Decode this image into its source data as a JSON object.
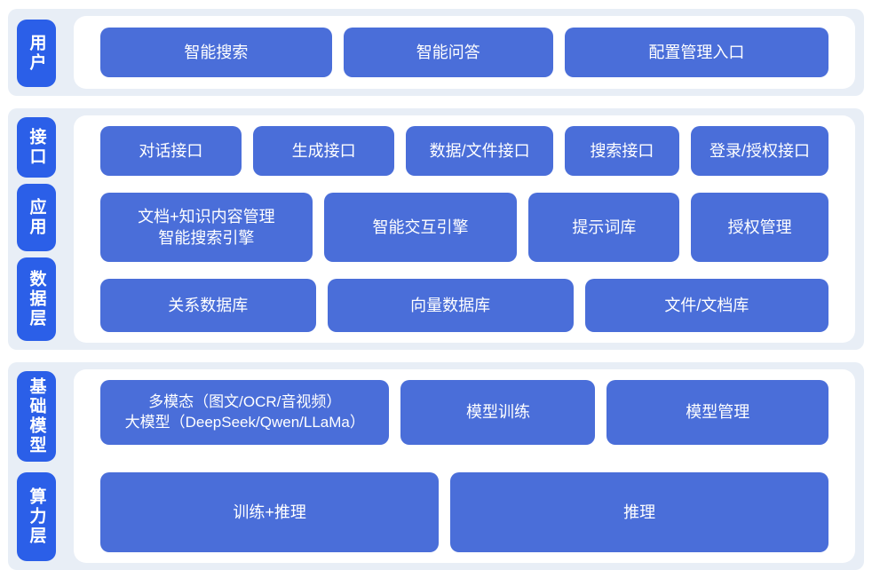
{
  "colors": {
    "band_background": "#e8eef6",
    "panel_background": "#ffffff",
    "side_label_blue": "#2b5fe8",
    "box_blue": "#4a6ed9",
    "text_white": "#ffffff"
  },
  "sections": [
    {
      "name": "user-layer",
      "labels": [
        {
          "text": "用户"
        }
      ],
      "rows": [
        {
          "boxes": [
            {
              "text": "智能搜索"
            },
            {
              "text": "智能问答"
            },
            {
              "text": "配置管理入口"
            }
          ]
        }
      ]
    },
    {
      "name": "interface-application-data-layer",
      "labels": [
        {
          "text": "接口"
        },
        {
          "text": "应用"
        },
        {
          "text": "数据层"
        }
      ],
      "rows": [
        {
          "boxes": [
            {
              "text": "对话接口"
            },
            {
              "text": "生成接口"
            },
            {
              "text": "数据/文件接口"
            },
            {
              "text": "搜索接口"
            },
            {
              "text": "登录/授权接口"
            }
          ]
        },
        {
          "boxes": [
            {
              "lines": [
                "文档+知识内容管理",
                "智能搜索引擎"
              ]
            },
            {
              "text": "智能交互引擎"
            },
            {
              "text": "提示词库"
            },
            {
              "text": "授权管理"
            }
          ]
        },
        {
          "boxes": [
            {
              "text": "关系数据库"
            },
            {
              "text": "向量数据库"
            },
            {
              "text": "文件/文档库"
            }
          ]
        }
      ]
    },
    {
      "name": "model-compute-layer",
      "labels": [
        {
          "text": "基础模型"
        },
        {
          "text": "算力层"
        }
      ],
      "rows": [
        {
          "boxes": [
            {
              "lines": [
                "多模态（图文/OCR/音视频）",
                "大模型（DeepSeek/Qwen/LLaMa）"
              ]
            },
            {
              "text": "模型训练"
            },
            {
              "text": "模型管理"
            }
          ]
        },
        {
          "boxes": [
            {
              "text": "训练+推理"
            },
            {
              "text": "推理"
            }
          ]
        }
      ]
    }
  ]
}
